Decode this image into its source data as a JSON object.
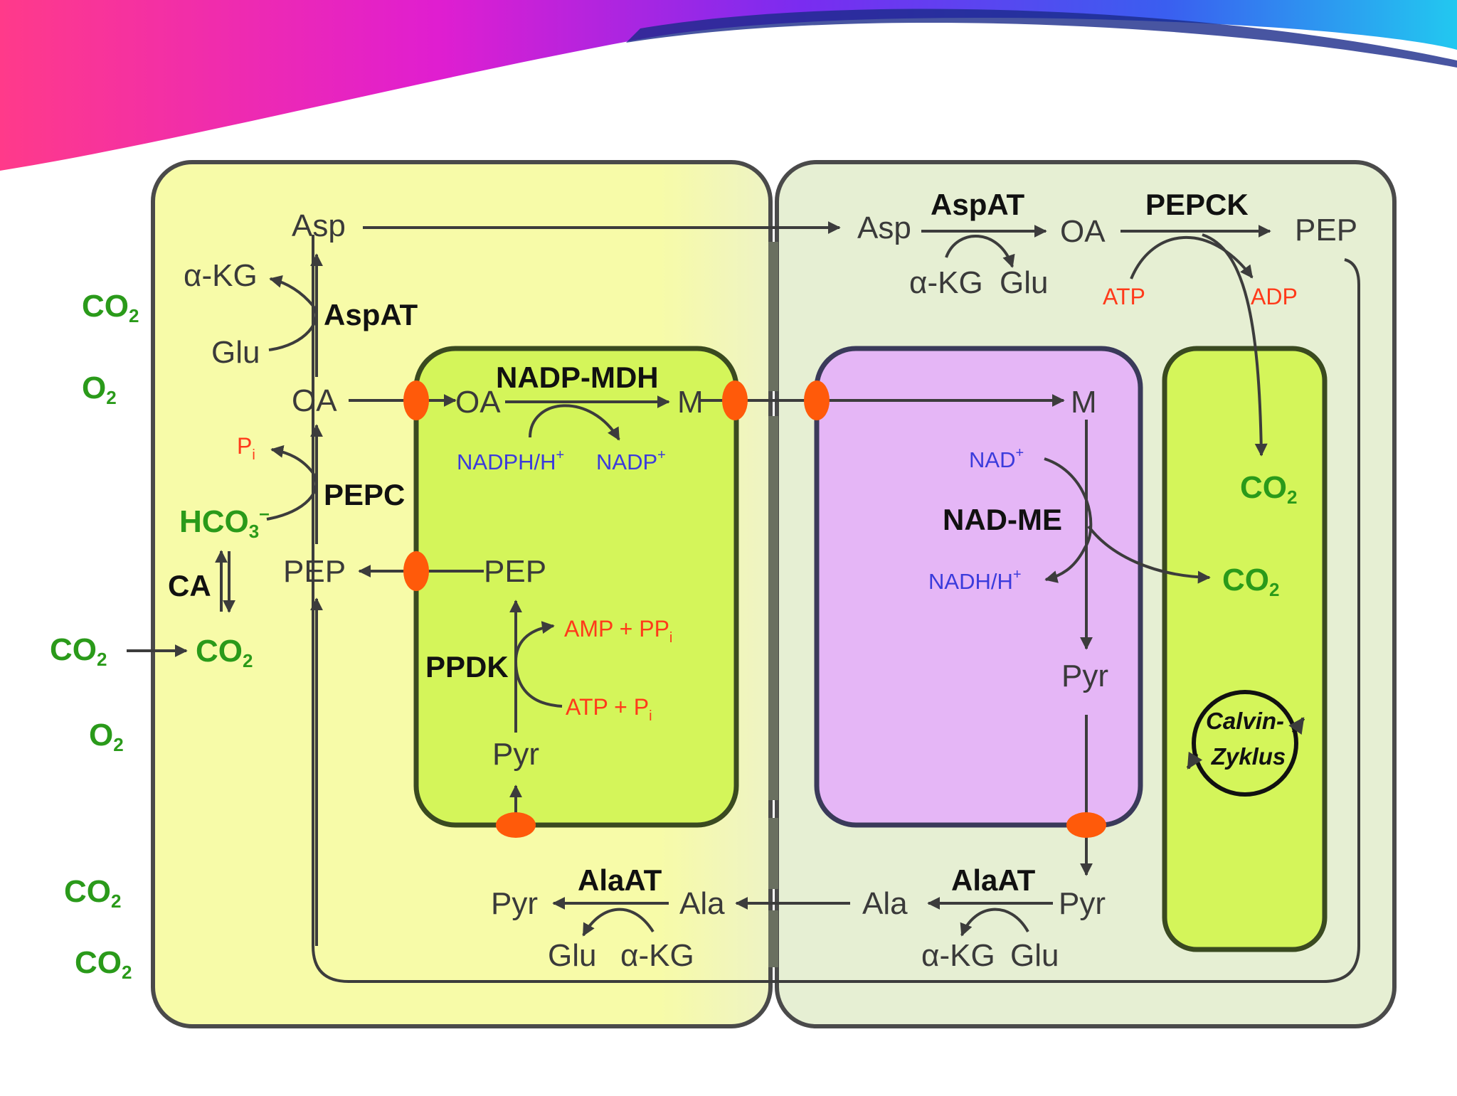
{
  "colors": {
    "mesophyll_cell": "#f7fba8",
    "bundle_sheath_cell": "#e6efd3",
    "chloroplast": "#d4f55a",
    "mitochondrion": "#e5b6f6",
    "transporter": "#ff5a0a",
    "co2_text": "#2a9a1a",
    "energy_text": "#ff3a1a",
    "cofactor_text": "#3b3bdc"
  },
  "labels": {
    "asp_left": "Asp",
    "akg_left": "α-KG",
    "glu_left": "Glu",
    "aspat_left": "AspAT",
    "oa_left": "OA",
    "pi_left": "P",
    "pi_left_sub": "i",
    "pepc": "PEPC",
    "hco3": "HCO",
    "hco3_sub": "3",
    "hco3_sup": "–",
    "ca": "CA",
    "pep_left": "PEP",
    "co2_mid": "CO",
    "co2_out": "CO",
    "o2": "O",
    "oa_chl": "OA",
    "nadp_mdh": "NADP-MDH",
    "m_chl": "M",
    "nadph": "NADPH/H",
    "nadph_sup": "+",
    "nadp": "NADP",
    "nadp_sup": "+",
    "pep_chl": "PEP",
    "amp_ppi": "AMP + PP",
    "amp_ppi_sub": "i",
    "ppdk": "PPDK",
    "atp_pi": "ATP + P",
    "atp_pi_sub": "i",
    "pyr_chl": "Pyr",
    "pyr_bot_left": "Pyr",
    "alaat_left": "AlaAT",
    "ala_left": "Ala",
    "glu_bot_left": "Glu",
    "akg_bot_left": "α-KG",
    "asp_right": "Asp",
    "aspat_right": "AspAT",
    "oa_right": "OA",
    "akg_right": "α-KG",
    "glu_right": "Glu",
    "pepck": "PEPCK",
    "pep_right": "PEP",
    "atp": "ATP",
    "adp": "ADP",
    "m_mito": "M",
    "nad": "NAD",
    "nad_sup": "+",
    "nad_me": "NAD-ME",
    "nadh": "NADH/H",
    "nadh_sup": "+",
    "pyr_mito": "Pyr",
    "co2_bs_chl_top": "CO",
    "co2_bs_chl_mid": "CO",
    "co2_sub": "2",
    "o2_sub": "2",
    "calvin_1": "Calvin-",
    "calvin_2": "Zyklus",
    "ala_right": "Ala",
    "alaat_right": "AlaAT",
    "pyr_bot_right": "Pyr",
    "akg_bot_right": "α-KG",
    "glu_bot_right": "Glu"
  }
}
